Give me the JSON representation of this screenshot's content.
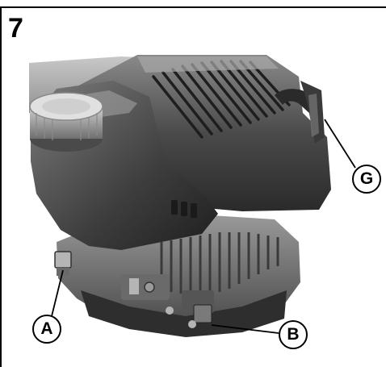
{
  "figure": {
    "number": "7"
  },
  "callouts": [
    {
      "id": "A",
      "label": "A"
    },
    {
      "id": "B",
      "label": "B"
    },
    {
      "id": "G",
      "label": "G"
    }
  ],
  "colors": {
    "frame": "#000000",
    "engine_dark": "#2e2e2e",
    "engine_mid": "#6a6a6a",
    "engine_light": "#b5b5b5",
    "background": "#ffffff"
  }
}
